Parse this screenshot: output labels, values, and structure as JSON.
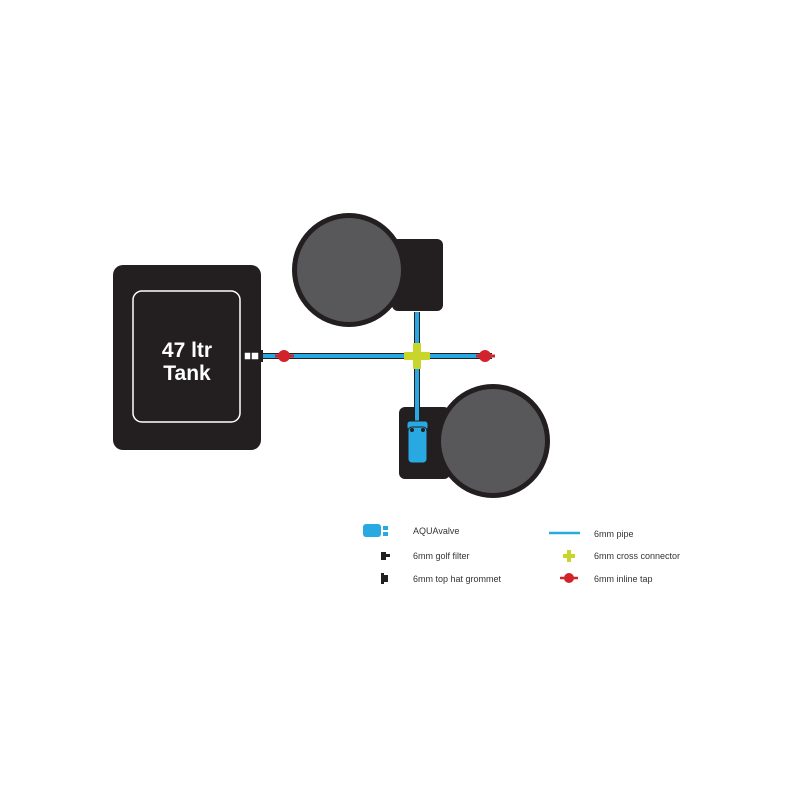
{
  "tank": {
    "line1": "47 ltr",
    "line2": "Tank"
  },
  "legend": {
    "aquavalve": "AQUAvalve",
    "golf_filter": "6mm golf filter",
    "top_hat_grommet": "6mm top hat grommet",
    "pipe": "6mm pipe",
    "cross_connector": "6mm cross connector",
    "inline_tap": "6mm inline tap"
  },
  "colors": {
    "tank": "#231f20",
    "pot_body": "#231f20",
    "pot_soil": "#58585a",
    "pipe": "#29a9e1",
    "cross_connector": "#c8d62b",
    "inline_tap": "#d2232a",
    "aquavalve": "#29a9e1"
  },
  "icons": [
    "aquavalve-icon",
    "golf-filter-icon",
    "top-hat-grommet-icon",
    "pipe-icon",
    "cross-connector-icon",
    "inline-tap-icon"
  ]
}
